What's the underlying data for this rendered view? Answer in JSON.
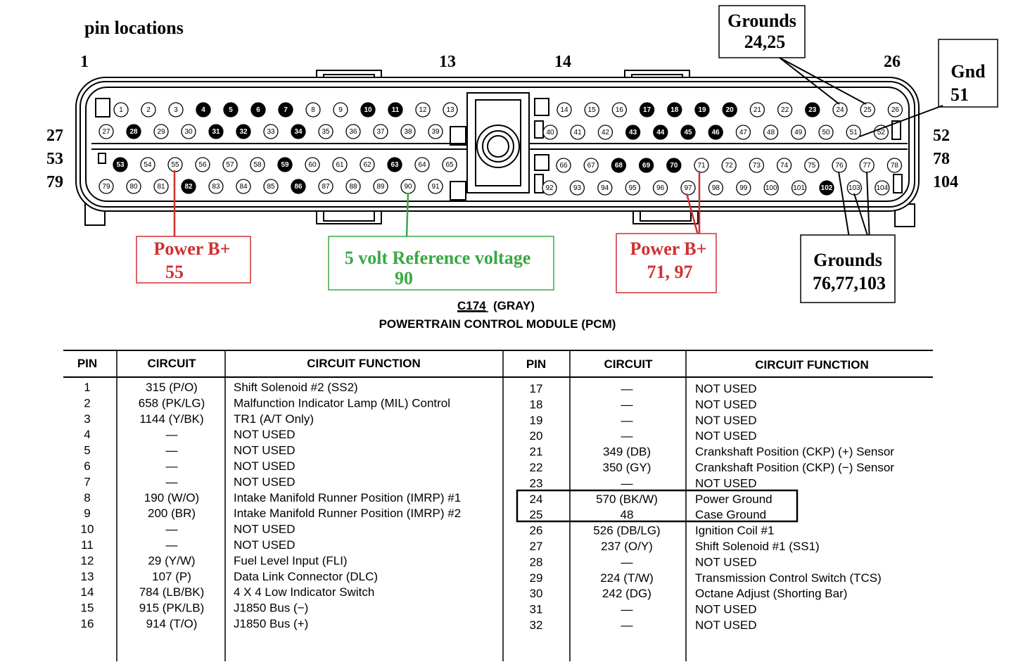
{
  "header_label": "pin locations",
  "corner_numbers": [
    "1",
    "13",
    "14",
    "26",
    "27",
    "53",
    "79",
    "52",
    "78",
    "104"
  ],
  "connector": {
    "rows": [
      {
        "pins": [
          "1",
          "2",
          "3",
          "4",
          "5",
          "6",
          "7",
          "8",
          "9",
          "10",
          "11",
          "12",
          "13"
        ],
        "filled": [
          "4",
          "5",
          "6",
          "7",
          "10",
          "11"
        ]
      },
      {
        "pins": [
          "14",
          "15",
          "16",
          "17",
          "18",
          "19",
          "20",
          "21",
          "22",
          "23",
          "24",
          "25",
          "26"
        ],
        "filled": [
          "17",
          "18",
          "19",
          "20",
          "23"
        ]
      },
      {
        "pins": [
          "27",
          "28",
          "29",
          "30",
          "31",
          "32",
          "33",
          "34",
          "35",
          "36",
          "37",
          "38",
          "39"
        ],
        "filled": [
          "28",
          "31",
          "32",
          "34"
        ]
      },
      {
        "pins": [
          "40",
          "41",
          "42",
          "43",
          "44",
          "45",
          "46",
          "47",
          "48",
          "49",
          "50",
          "51",
          "52"
        ],
        "filled": [
          "43",
          "44",
          "45",
          "46"
        ]
      },
      {
        "pins": [
          "53",
          "54",
          "55",
          "56",
          "57",
          "58",
          "59",
          "60",
          "61",
          "62",
          "63",
          "64",
          "65"
        ],
        "filled": [
          "53",
          "59",
          "63"
        ]
      },
      {
        "pins": [
          "66",
          "67",
          "68",
          "69",
          "70",
          "71",
          "72",
          "73",
          "74",
          "75",
          "76",
          "77",
          "78"
        ],
        "filled": [
          "68",
          "69",
          "70"
        ]
      },
      {
        "pins": [
          "79",
          "80",
          "81",
          "82",
          "83",
          "84",
          "85",
          "86",
          "87",
          "88",
          "89",
          "90",
          "91"
        ],
        "filled": [
          "82",
          "86"
        ]
      },
      {
        "pins": [
          "92",
          "93",
          "94",
          "95",
          "96",
          "97",
          "98",
          "99",
          "100",
          "101",
          "102",
          "103",
          "104"
        ],
        "filled": [
          "102"
        ]
      }
    ]
  },
  "callouts": {
    "grounds_24_25": {
      "line1": "Grounds",
      "line2": "24,25",
      "color": "#000000"
    },
    "gnd_51": {
      "line1": "Gnd",
      "line2": "51",
      "color": "#000000"
    },
    "power_55": {
      "line1": "Power B+",
      "line2": "55",
      "color": "#d03030"
    },
    "ref_90": {
      "line1": "5 volt Reference voltage",
      "line2": "90",
      "color": "#3aa845"
    },
    "power_71_97": {
      "line1": "Power B+",
      "line2": "71, 97",
      "color": "#d03030"
    },
    "grounds_76": {
      "line1": "Grounds",
      "line2": "76,77,103",
      "color": "#000000"
    }
  },
  "caption": {
    "connector_id": "C174",
    "connector_color": "(GRAY)",
    "module": "POWERTRAIN CONTROL MODULE (PCM)"
  },
  "table": {
    "headers": [
      "PIN",
      "CIRCUIT",
      "CIRCUIT FUNCTION",
      "PIN",
      "CIRCUIT",
      "CIRCUIT FUNCTION"
    ],
    "left": [
      [
        "1",
        "315 (P/O)",
        "Shift Solenoid #2 (SS2)"
      ],
      [
        "2",
        "658 (PK/LG)",
        "Malfunction Indicator Lamp (MIL) Control"
      ],
      [
        "3",
        "1144 (Y/BK)",
        "TR1 (A/T Only)"
      ],
      [
        "4",
        "—",
        "NOT USED"
      ],
      [
        "5",
        "—",
        "NOT USED"
      ],
      [
        "6",
        "—",
        "NOT USED"
      ],
      [
        "7",
        "—",
        "NOT USED"
      ],
      [
        "8",
        "190 (W/O)",
        "Intake Manifold Runner Position (IMRP) #1"
      ],
      [
        "9",
        "200 (BR)",
        "Intake Manifold Runner Position (IMRP) #2"
      ],
      [
        "10",
        "—",
        "NOT USED"
      ],
      [
        "11",
        "—",
        "NOT USED"
      ],
      [
        "12",
        "29  (Y/W)",
        "Fuel Level Input (FLI)"
      ],
      [
        "13",
        "107 (P)",
        "Data Link Connector (DLC)"
      ],
      [
        "14",
        "784 (LB/BK)",
        "4 X 4 Low Indicator Switch"
      ],
      [
        "15",
        "915 (PK/LB)",
        "J1850 Bus (−)"
      ],
      [
        "16",
        "914 (T/O)",
        "J1850 Bus (+)"
      ]
    ],
    "right": [
      [
        "17",
        "—",
        "NOT USED"
      ],
      [
        "18",
        "—",
        "NOT USED"
      ],
      [
        "19",
        "—",
        "NOT USED"
      ],
      [
        "20",
        "—",
        "NOT USED"
      ],
      [
        "21",
        "349 (DB)",
        "Crankshaft Position (CKP) (+) Sensor"
      ],
      [
        "22",
        "350 (GY)",
        "Crankshaft Position (CKP) (−) Sensor"
      ],
      [
        "23",
        "—",
        "NOT USED"
      ],
      [
        "24",
        "570 (BK/W)",
        "Power Ground"
      ],
      [
        "25",
        "48",
        "Case Ground"
      ],
      [
        "26",
        "526 (DB/LG)",
        "Ignition Coil #1"
      ],
      [
        "27",
        "237 (O/Y)",
        "Shift Solenoid #1 (SS1)"
      ],
      [
        "28",
        "—",
        "NOT USED"
      ],
      [
        "29",
        "224 (T/W)",
        "Transmission Control Switch (TCS)"
      ],
      [
        "30",
        "242 (DG)",
        "Octane Adjust (Shorting Bar)"
      ],
      [
        "31",
        "—",
        "NOT USED"
      ],
      [
        "32",
        "—",
        "NOT USED"
      ]
    ]
  }
}
